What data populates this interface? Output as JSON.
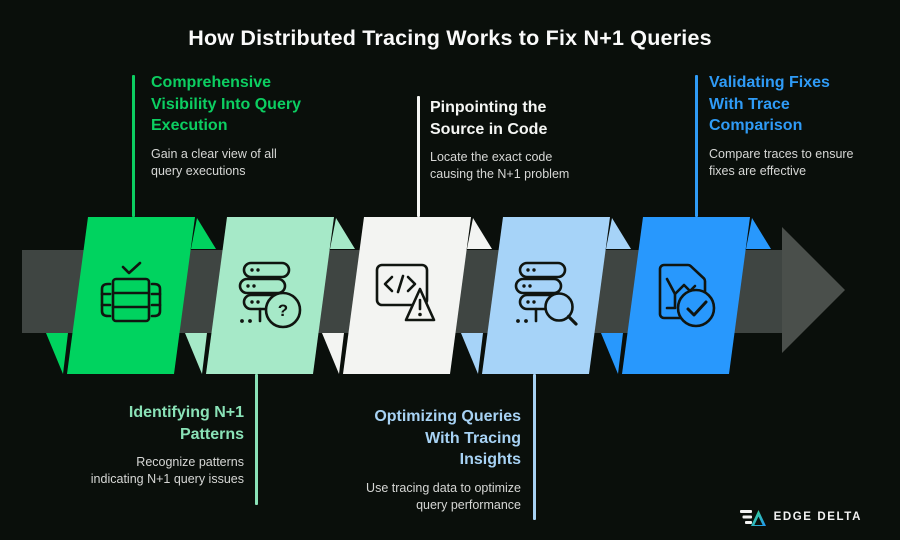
{
  "title": "How Distributed Tracing Works to Fix N+1 Queries",
  "colors": {
    "background": "#0a0f0b",
    "arrow_band": "#3f4542",
    "arrow_head": "#4a4f4b",
    "title": "#fafafa",
    "description": "#d6d7d5",
    "icon_stroke": "#101510"
  },
  "footer": {
    "brand": "EDGE DELTA",
    "logo_green": "#3ddc84",
    "logo_blue": "#2196f3",
    "logo_bars": "#f2f2f2"
  },
  "steps": [
    {
      "id": 1,
      "label_position": "top",
      "accent": "#0cce61",
      "banner_color": "#00d35f",
      "icon": "table-check-icon",
      "title_lines": [
        "Comprehensive",
        "Visibility Into Query",
        "Execution"
      ],
      "desc_lines": [
        "Gain a clear view of all",
        "query executions"
      ]
    },
    {
      "id": 2,
      "label_position": "bottom",
      "accent": "#8ae2b7",
      "banner_color": "#a6e9c8",
      "icon": "database-question-icon",
      "title_lines": [
        "Identifying N+1",
        "Patterns"
      ],
      "desc_lines": [
        "Recognize patterns",
        "indicating N+1 query issues"
      ]
    },
    {
      "id": 3,
      "label_position": "top",
      "accent": "#f5f6f4",
      "banner_color": "#f3f4f2",
      "icon": "code-warning-icon",
      "title_lines": [
        "Pinpointing the",
        "Source in Code"
      ],
      "desc_lines": [
        "Locate the exact code",
        "causing the N+1 problem"
      ]
    },
    {
      "id": 4,
      "label_position": "bottom",
      "accent": "#a7d2f4",
      "banner_color": "#a6d3f8",
      "icon": "database-search-icon",
      "title_lines": [
        "Optimizing Queries",
        "With Tracing",
        "Insights"
      ],
      "desc_lines": [
        "Use tracing data to optimize",
        "query performance"
      ]
    },
    {
      "id": 5,
      "label_position": "top",
      "accent": "#2f9bf6",
      "banner_color": "#2898fd",
      "icon": "document-check-icon",
      "title_lines": [
        "Validating Fixes",
        "With Trace",
        "Comparison"
      ],
      "desc_lines": [
        "Compare traces to ensure",
        "fixes are effective"
      ]
    }
  ]
}
